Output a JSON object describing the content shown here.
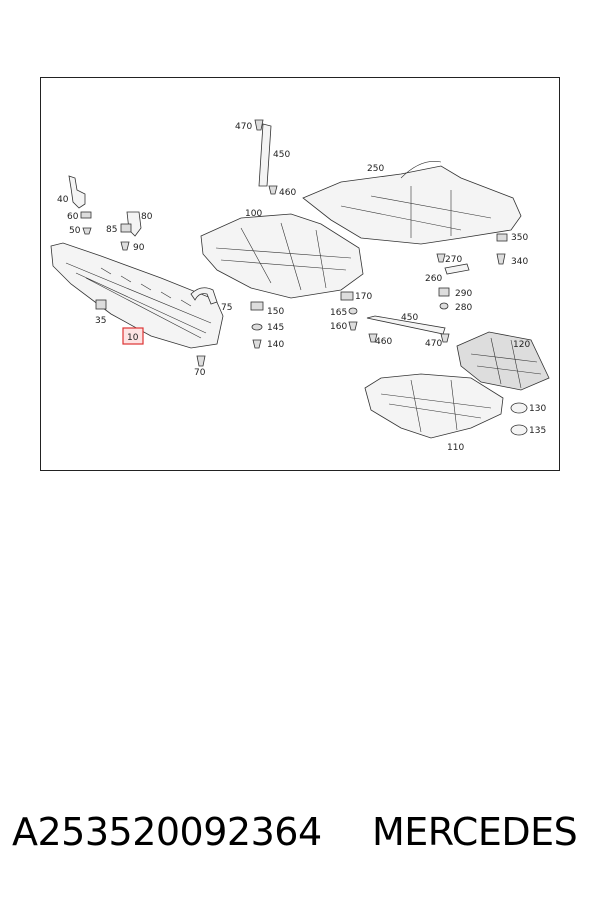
{
  "diagram": {
    "labels": {
      "p10": "10",
      "p35": "35",
      "p40": "40",
      "p50": "50",
      "p60": "60",
      "p70": "70",
      "p75": "75",
      "p80": "80",
      "p85": "85",
      "p90": "90",
      "p100": "100",
      "p110": "110",
      "p120": "120",
      "p130": "130",
      "p135": "135",
      "p140": "140",
      "p145": "145",
      "p150": "150",
      "p160": "160",
      "p165": "165",
      "p170": "170",
      "p250": "250",
      "p260": "260",
      "p270": "270",
      "p280": "280",
      "p290": "290",
      "p340": "340",
      "p350": "350",
      "p450a": "450",
      "p450b": "450",
      "p460a": "460",
      "p460b": "460",
      "p470a": "470",
      "p470b": "470"
    },
    "highlight_color": "#d33"
  },
  "footer": {
    "part_number": "A253520092364",
    "brand": "MERCEDES"
  }
}
